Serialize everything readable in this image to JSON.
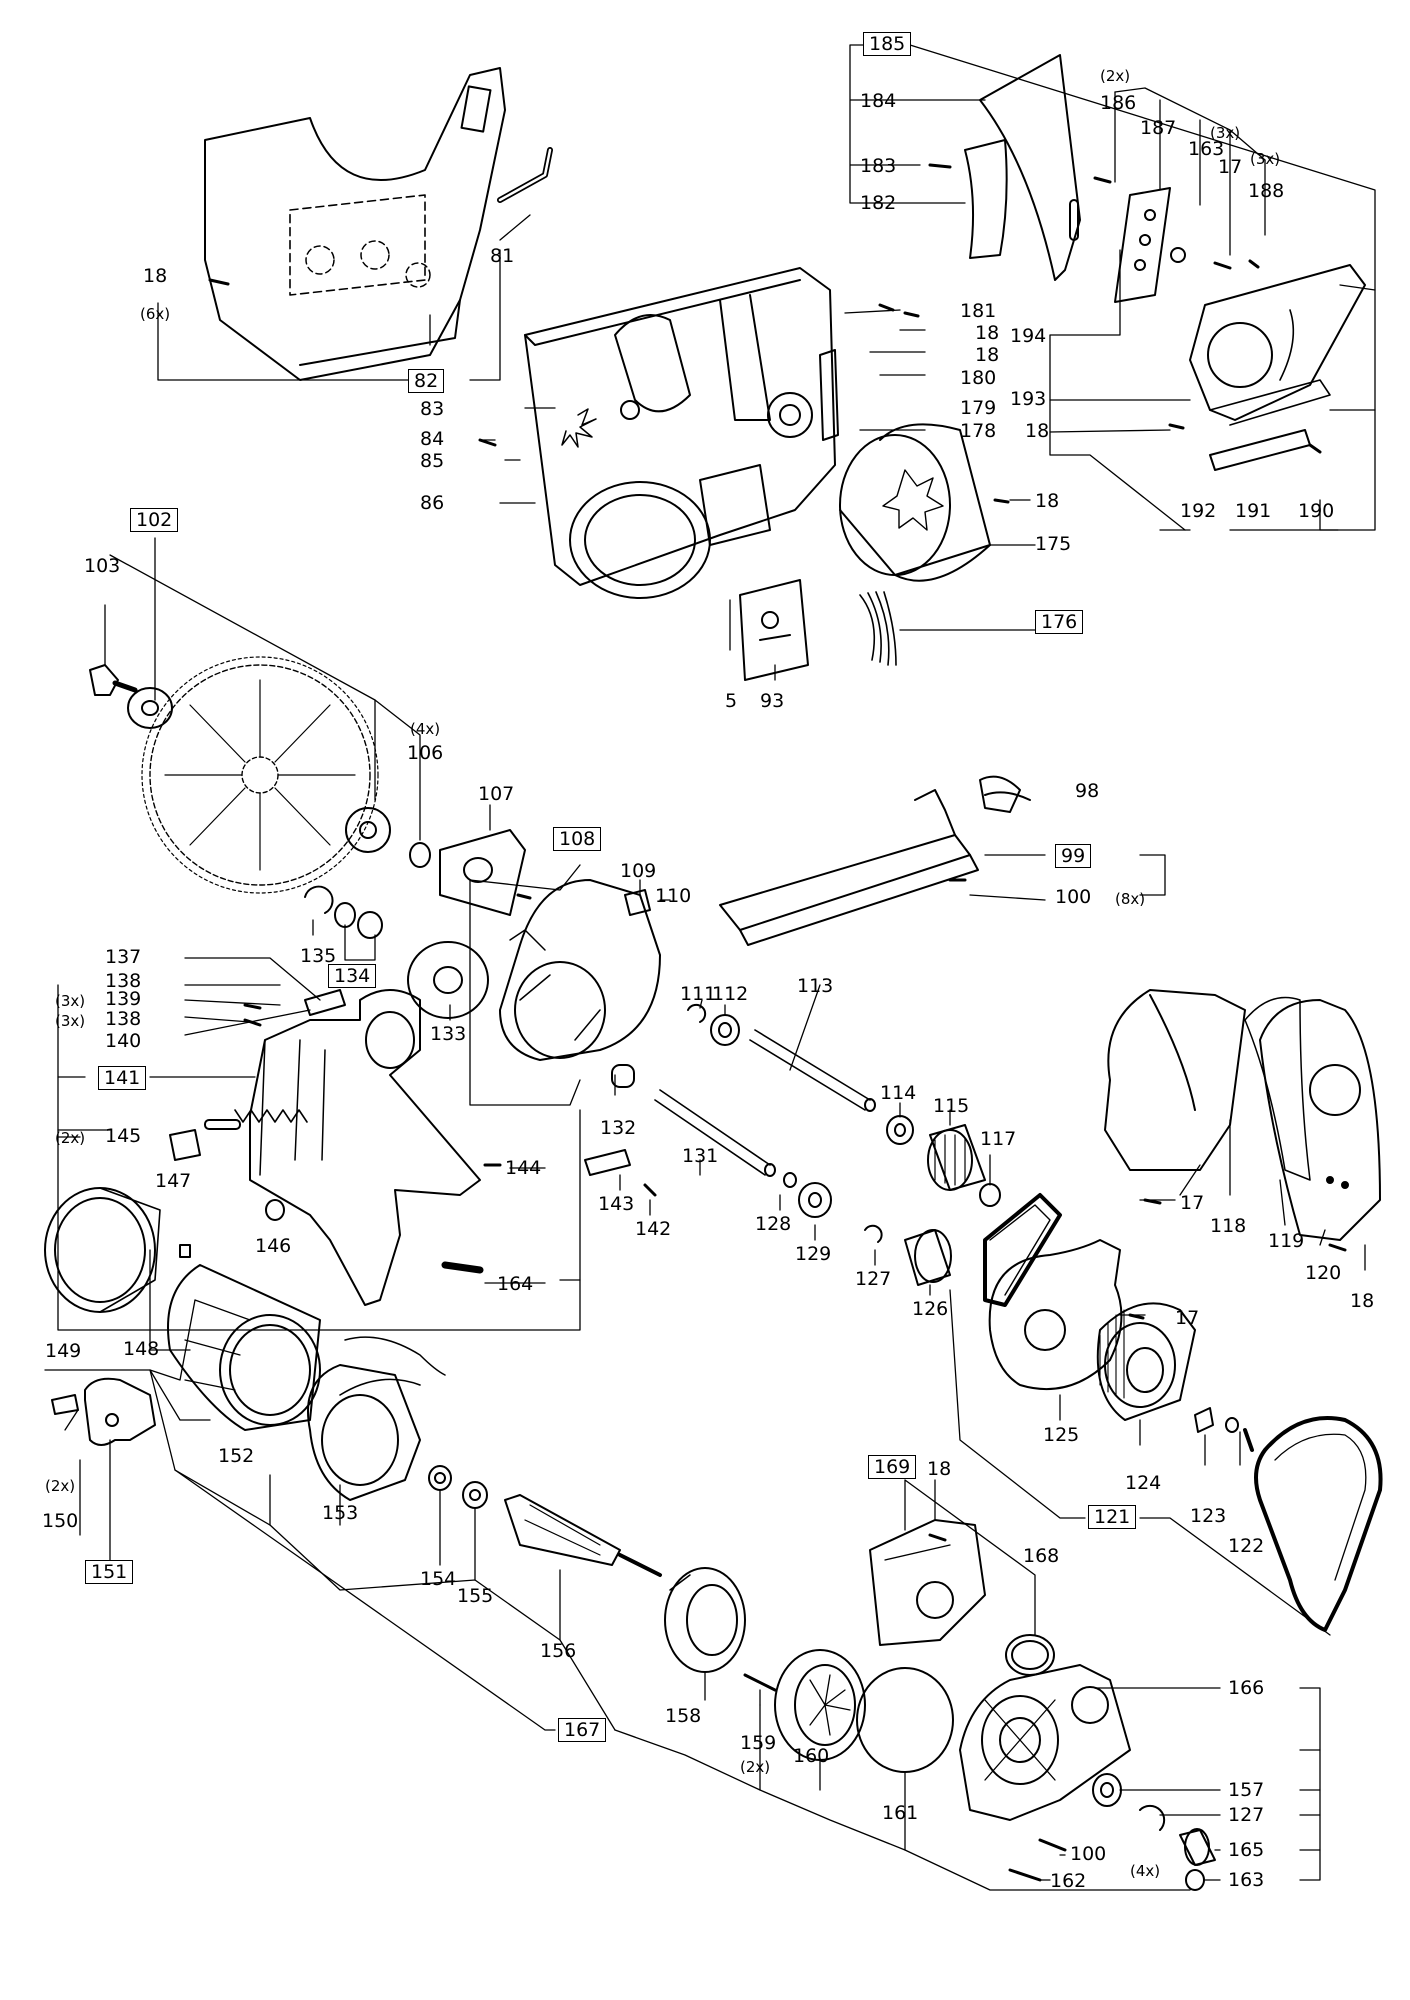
{
  "labels": [
    {
      "id": "l185",
      "text": "185",
      "boxed": true
    },
    {
      "id": "l184",
      "text": "184"
    },
    {
      "id": "l183",
      "text": "183"
    },
    {
      "id": "l182",
      "text": "182"
    },
    {
      "id": "l186x",
      "text": "(2x)"
    },
    {
      "id": "l186",
      "text": "186"
    },
    {
      "id": "l187",
      "text": "187"
    },
    {
      "id": "l163a",
      "text": "163"
    },
    {
      "id": "l17x",
      "text": "(3x)"
    },
    {
      "id": "l17a",
      "text": "17"
    },
    {
      "id": "l188x",
      "text": "(3x)"
    },
    {
      "id": "l188",
      "text": "188"
    },
    {
      "id": "l18a",
      "text": "18"
    },
    {
      "id": "l6x",
      "text": "(6x)"
    },
    {
      "id": "l81",
      "text": "81"
    },
    {
      "id": "l82",
      "text": "82",
      "boxed": true
    },
    {
      "id": "l83",
      "text": "83"
    },
    {
      "id": "l84",
      "text": "84"
    },
    {
      "id": "l85",
      "text": "85"
    },
    {
      "id": "l86",
      "text": "86"
    },
    {
      "id": "l181",
      "text": "181"
    },
    {
      "id": "l18b",
      "text": "18"
    },
    {
      "id": "l18c",
      "text": "18"
    },
    {
      "id": "l180",
      "text": "180"
    },
    {
      "id": "l179",
      "text": "179"
    },
    {
      "id": "l178",
      "text": "178"
    },
    {
      "id": "l18d",
      "text": "18"
    },
    {
      "id": "l175",
      "text": "175"
    },
    {
      "id": "l176",
      "text": "176",
      "boxed": true
    },
    {
      "id": "l194",
      "text": "194"
    },
    {
      "id": "l193",
      "text": "193"
    },
    {
      "id": "l18e",
      "text": "18"
    },
    {
      "id": "l192",
      "text": "192"
    },
    {
      "id": "l191",
      "text": "191"
    },
    {
      "id": "l190",
      "text": "190"
    },
    {
      "id": "l102",
      "text": "102",
      "boxed": true
    },
    {
      "id": "l103",
      "text": "103"
    },
    {
      "id": "l5",
      "text": "5"
    },
    {
      "id": "l93",
      "text": "93"
    },
    {
      "id": "l106x",
      "text": "(4x)"
    },
    {
      "id": "l106",
      "text": "106"
    },
    {
      "id": "l107",
      "text": "107"
    },
    {
      "id": "l108",
      "text": "108",
      "boxed": true
    },
    {
      "id": "l109",
      "text": "109"
    },
    {
      "id": "l110",
      "text": "110"
    },
    {
      "id": "l98",
      "text": "98"
    },
    {
      "id": "l99",
      "text": "99",
      "boxed": true
    },
    {
      "id": "l100a",
      "text": "100"
    },
    {
      "id": "l8x",
      "text": "(8x)"
    },
    {
      "id": "l135",
      "text": "135"
    },
    {
      "id": "l134",
      "text": "134",
      "boxed": true
    },
    {
      "id": "l133",
      "text": "133"
    },
    {
      "id": "l137",
      "text": "137"
    },
    {
      "id": "l138a",
      "text": "138"
    },
    {
      "id": "l3xa",
      "text": "(3x)"
    },
    {
      "id": "l139",
      "text": "139"
    },
    {
      "id": "l3xb",
      "text": "(3x)"
    },
    {
      "id": "l138b",
      "text": "138"
    },
    {
      "id": "l140",
      "text": "140"
    },
    {
      "id": "l141",
      "text": "141",
      "boxed": true
    },
    {
      "id": "l2xa",
      "text": "(2x)"
    },
    {
      "id": "l145",
      "text": "145"
    },
    {
      "id": "l147",
      "text": "147"
    },
    {
      "id": "l144",
      "text": "144"
    },
    {
      "id": "l111",
      "text": "111"
    },
    {
      "id": "l112",
      "text": "112"
    },
    {
      "id": "l113",
      "text": "113"
    },
    {
      "id": "l132",
      "text": "132"
    },
    {
      "id": "l114",
      "text": "114"
    },
    {
      "id": "l115",
      "text": "115"
    },
    {
      "id": "l117",
      "text": "117"
    },
    {
      "id": "l131",
      "text": "131"
    },
    {
      "id": "l143",
      "text": "143"
    },
    {
      "id": "l142",
      "text": "142"
    },
    {
      "id": "l128",
      "text": "128"
    },
    {
      "id": "l129",
      "text": "129"
    },
    {
      "id": "l17b",
      "text": "17"
    },
    {
      "id": "l118",
      "text": "118"
    },
    {
      "id": "l119",
      "text": "119"
    },
    {
      "id": "l120",
      "text": "120"
    },
    {
      "id": "l18f",
      "text": "18"
    },
    {
      "id": "l146",
      "text": "146"
    },
    {
      "id": "l164",
      "text": "164"
    },
    {
      "id": "l127a",
      "text": "127"
    },
    {
      "id": "l126",
      "text": "126"
    },
    {
      "id": "l17c",
      "text": "17"
    },
    {
      "id": "l149",
      "text": "149"
    },
    {
      "id": "l148",
      "text": "148"
    },
    {
      "id": "l152",
      "text": "152"
    },
    {
      "id": "l125",
      "text": "125"
    },
    {
      "id": "l124",
      "text": "124"
    },
    {
      "id": "l123",
      "text": "123"
    },
    {
      "id": "l122",
      "text": "122"
    },
    {
      "id": "l153",
      "text": "153"
    },
    {
      "id": "l2xb",
      "text": "(2x)"
    },
    {
      "id": "l150",
      "text": "150"
    },
    {
      "id": "l151",
      "text": "151",
      "boxed": true
    },
    {
      "id": "l121",
      "text": "121",
      "boxed": true
    },
    {
      "id": "l169",
      "text": "169",
      "boxed": true
    },
    {
      "id": "l18g",
      "text": "18"
    },
    {
      "id": "l168",
      "text": "168"
    },
    {
      "id": "l154",
      "text": "154"
    },
    {
      "id": "l155",
      "text": "155"
    },
    {
      "id": "l156",
      "text": "156"
    },
    {
      "id": "l158",
      "text": "158"
    },
    {
      "id": "l159",
      "text": "159"
    },
    {
      "id": "l2xc",
      "text": "(2x)"
    },
    {
      "id": "l160",
      "text": "160"
    },
    {
      "id": "l167",
      "text": "167",
      "boxed": true
    },
    {
      "id": "l161",
      "text": "161"
    },
    {
      "id": "l166",
      "text": "166"
    },
    {
      "id": "l157",
      "text": "157"
    },
    {
      "id": "l127b",
      "text": "127"
    },
    {
      "id": "l165",
      "text": "165"
    },
    {
      "id": "l100b",
      "text": "100"
    },
    {
      "id": "l4x",
      "text": "(4x)"
    },
    {
      "id": "l163b",
      "text": "163"
    },
    {
      "id": "l162",
      "text": "162"
    }
  ]
}
